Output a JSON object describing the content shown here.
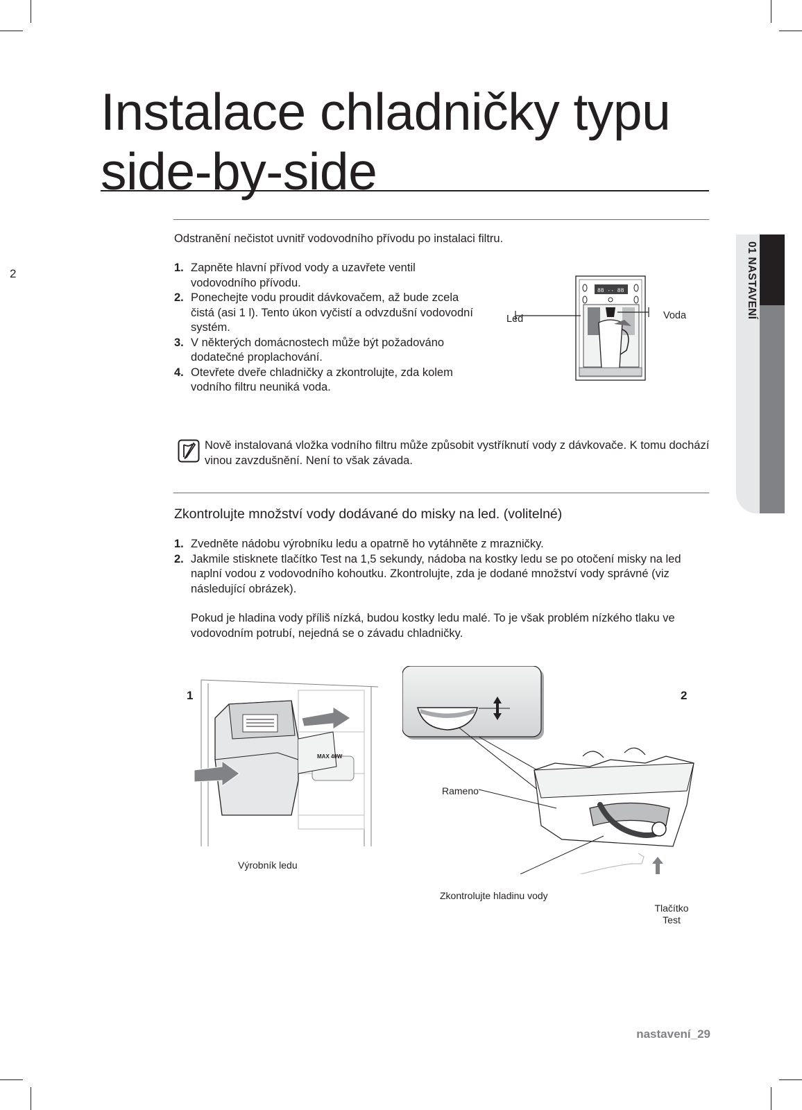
{
  "margin_number": "2",
  "title_line1": "Instalace chladničky typu",
  "title_line2": "side-by-side",
  "side_tab": "01 NASTAVENÍ",
  "section1": {
    "intro": "Odstranění nečistot uvnitř vodovodního přívodu po instalaci filtru.",
    "steps": [
      {
        "num": "1.",
        "text": "Zapněte hlavní přívod vody a uzavřete ventil vodovodního přívodu."
      },
      {
        "num": "2.",
        "text": "Ponechejte vodu proudit dávkovačem, až bude zcela čistá (asi 1 l). Tento úkon vyčistí a odvzdušní vodovodní systém."
      },
      {
        "num": "3.",
        "text": "V některých domácnostech může být požadováno dodatečné proplachování."
      },
      {
        "num": "4.",
        "text": "Otevřete dveře chladničky a zkontrolujte, zda kolem vodního filtru neuniká voda."
      }
    ],
    "figure": {
      "label_left": "Led",
      "label_right": "Voda"
    },
    "note": "Nově instalovaná vložka vodního filtru může způsobit vystříknutí vody z dávkovače. K tomu dochází vinou zavzdušnění. Není to však závada."
  },
  "section2": {
    "heading": "Zkontrolujte množství vody dodávané do misky na led. (volitelné)",
    "steps": [
      {
        "num": "1.",
        "text": "Zvedněte nádobu výrobníku ledu a opatrně ho vytáhněte z mrazničky."
      },
      {
        "num": "2.",
        "text": "Jakmile stisknete tlačítko Test na 1,5 sekundy, nádoba na kostky ledu se po otočení misky na led naplní vodou z vodovodního kohoutku. Zkontrolujte, zda je dodané množství vody správné (viz následující obrázek)."
      }
    ],
    "paragraph": "Pokud je hladina vody příliš nízká, budou kostky ledu malé. To je však problém nízkého tlaku ve vodovodním potrubí, nejedná se o závadu chladničky.",
    "figure1": {
      "number": "1",
      "caption": "Výrobník ledu",
      "inner_label": "MAX 40W"
    },
    "figure2": {
      "number": "2",
      "label_arm": "Rameno",
      "label_level": "Zkontrolujte hladinu vody",
      "label_button_1": "Tlačítko",
      "label_button_2": "Test"
    }
  },
  "footer": "nastavení_29"
}
